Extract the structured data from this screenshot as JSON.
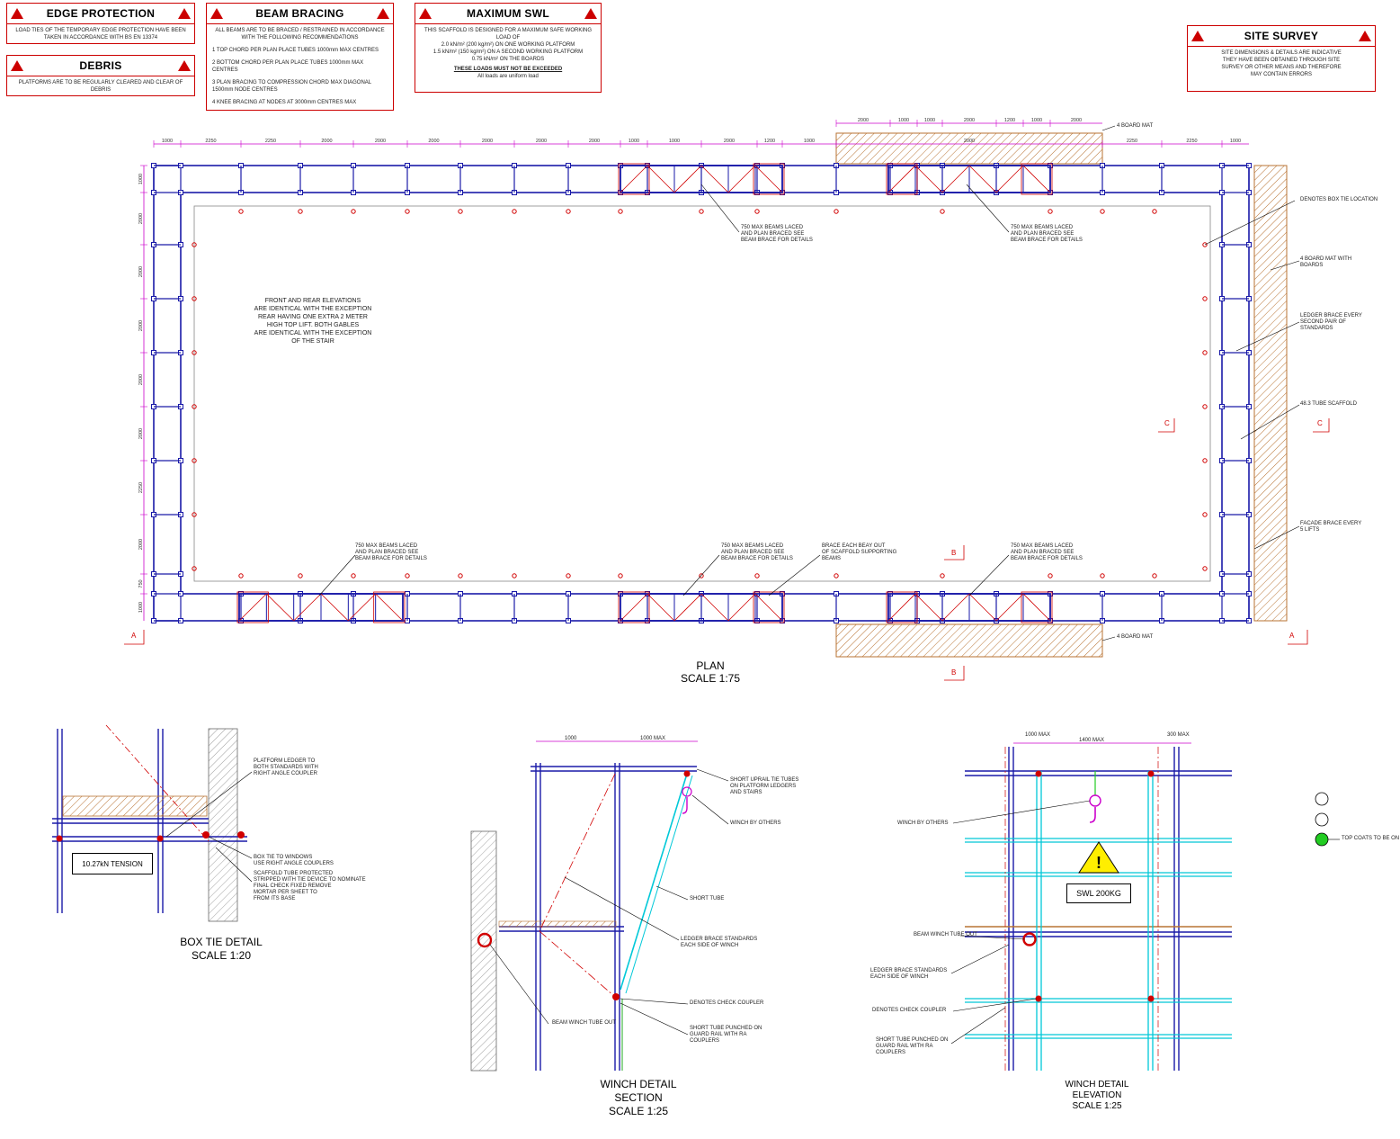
{
  "notes": {
    "edge": {
      "title": "EDGE PROTECTION",
      "text": "LOAD TIES OF THE TEMPORARY EDGE PROTECTION HAVE BEEN TAKEN IN ACCORDANCE WITH BS EN 13374"
    },
    "debris": {
      "title": "DEBRIS",
      "text": "PLATFORMS ARE TO BE REGULARLY CLEARED AND CLEAR OF DEBRIS"
    },
    "bracing": {
      "title": "BEAM BRACING",
      "text": "ALL BEAMS ARE TO BE BRACED / RESTRAINED IN ACCORDANCE WITH THE FOLLOWING RECOMMENDATIONS",
      "items": [
        "1  TOP CHORD PER PLAN PLACE TUBES 1000mm MAX CENTRES",
        "2  BOTTOM CHORD PER PLAN PLACE TUBES 1000mm MAX CENTRES",
        "3  PLAN BRACING TO COMPRESSION CHORD MAX DIAGONAL 1500mm NODE CENTRES",
        "4  KNEE BRACING AT NODES AT 3000mm CENTRES MAX"
      ]
    },
    "swl": {
      "title": "MAXIMUM SWL",
      "text": "THIS SCAFFOLD IS DESIGNED FOR A MAXIMUM SAFE WORKING LOAD OF\n2.0 kN/m² (200 kg/m²) ON ONE WORKING PLATFORM\n1.5 kN/m² (150 kg/m²) ON A SECOND WORKING PLATFORM\n0.75 kN/m² ON THE BOARDS",
      "warn": "THESE LOADS MUST NOT BE EXCEEDED",
      "sub": "All loads are uniform load"
    },
    "survey": {
      "title": "SITE SURVEY",
      "text": "SITE DIMENSIONS & DETAILS ARE INDICATIVE\nTHEY HAVE BEEN OBTAINED THROUGH SITE\nSURVEY OR OTHER MEANS AND THEREFORE\nMAY CONTAIN ERRORS"
    }
  },
  "plan": {
    "title": "PLAN",
    "scale": "SCALE 1:75",
    "centre_note": "FRONT AND REAR ELEVATIONS\nARE IDENTICAL WITH THE EXCEPTION\nREAR HAVING ONE EXTRA 2 METER\nHIGH TOP LIFT. BOTH GABLES\nARE IDENTICAL WITH THE EXCEPTION\nOF THE STAIR",
    "beam_note": "750 MAX BEAMS LACED\nAND PLAN BRACED SEE\nBEAM BRACE FOR DETAILS",
    "brace_note": "BRACE EACH BEAY OUT\nOF SCAFFOLD SUPPORTING\nBEAMS",
    "labels": {
      "board_top": "4 BOARD MAT",
      "box_tie": "DENOTES BOX TIE LOCATION",
      "board_right": "4 BOARD MAT WITH\nBOARDS",
      "ledger": "LEDGER BRACE EVERY\nSECOND PAIR OF\nSTANDARDS",
      "tube": "48.3 TUBE SCAFFOLD",
      "facade": "FACADE BRACE EVERY\n5 LIFTS",
      "board_bottom": "4 BOARD MAT"
    },
    "sections": {
      "a": "A",
      "b": "B",
      "c": "C"
    },
    "dims_top": [
      "1000",
      "2250",
      "2250",
      "2000",
      "2000",
      "2000",
      "2000",
      "2000",
      "2000",
      "1000",
      "1000",
      "2000",
      "1200",
      "1000",
      "2000",
      "2250",
      "2250",
      "1000"
    ],
    "dims_topright": [
      "2000",
      "1000",
      "1000",
      "2000",
      "1200",
      "1000",
      "2000"
    ],
    "dims_left": [
      "1000",
      "2000",
      "2000",
      "2000",
      "2000",
      "2000",
      "2250",
      "2000",
      "750",
      "1000"
    ]
  },
  "boxtie": {
    "title": "BOX TIE DETAIL",
    "scale": "SCALE 1:20",
    "tension": "10.27kN TENSION",
    "l1": "PLATFORM LEDGER TO\nBOTH STANDARDS WITH\nRIGHT ANGLE COUPLER",
    "l2": "BOX TIE TO WINDOWS\nUSE RIGHT ANGLE COUPLERS",
    "l3": "SCAFFOLD TUBE PROTECTED\nSTRIPPED WITH TIE DEVICE TO NOMINATE\nFINAL CHECK FIXED REMOVE\nMORTAR PER SHEET TO\nFROM ITS BASE"
  },
  "winch_section": {
    "title": "WINCH DETAIL",
    "sub": "SECTION",
    "scale": "SCALE 1:25",
    "dims": [
      "1000",
      "1000 MAX"
    ],
    "l1": "SHORT UPRAIL TIE TUBES\nON PLATFORM LEDGERS\nAND STAIRS",
    "l2": "WINCH BY OTHERS",
    "l3": "SHORT TUBE",
    "l4": "LEDGER BRACE STANDARDS\nEACH SIDE OF WINCH",
    "l5": "DENOTES CHECK COUPLER",
    "l6": "SHORT TUBE PUNCHED ON\nGUARD RAIL WITH RA\nCOUPLERS",
    "l7": "BEAM WINCH TUBE OUT"
  },
  "winch_elev": {
    "title": "WINCH DETAIL",
    "sub": "ELEVATION",
    "scale": "SCALE 1:25",
    "dims": [
      "1000 MAX",
      "1400 MAX",
      "300 MAX"
    ],
    "swl": "SWL 200KG",
    "l1": "WINCH BY OTHERS",
    "l2": "BEAM WINCH TUBE OUT",
    "l3": "LEDGER BRACE STANDARDS\nEACH SIDE OF WINCH",
    "l4": "DENOTES CHECK COUPLER",
    "l5": "SHORT TUBE PUNCHED ON\nGUARD RAIL WITH RA\nCOUPLERS"
  },
  "legend": {
    "item": "TOP COATS TO BE ON"
  },
  "colors": {
    "blue": "#1a1aa8",
    "red": "#d10000",
    "magenta": "#cc00cc",
    "cyan": "#00c8d8",
    "hatch": "#b87333",
    "green": "#22cc22"
  }
}
